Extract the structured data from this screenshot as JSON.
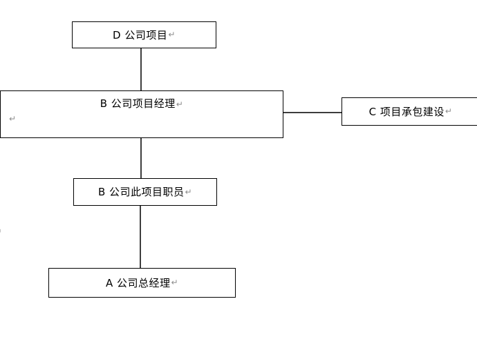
{
  "document": {
    "background_color": "#ffffff",
    "box_border_color": "#000000",
    "text_color": "#000000",
    "connector_color": "#3d3d3d",
    "formatting_mark_color": "#8c8c8c",
    "formatting_mark_char": "↵",
    "nodes": [
      {
        "id": "d-project",
        "label": "D 公司项目"
      },
      {
        "id": "b-project-manager",
        "label": "B 公司项目经理"
      },
      {
        "id": "c-contract-construction",
        "label": "C 项目承包建设"
      },
      {
        "id": "b-project-staff",
        "label": "B 公司此项目职员"
      },
      {
        "id": "a-general-manager",
        "label": "A 公司总经理"
      }
    ],
    "connections": [
      {
        "from": "d-project",
        "to": "b-project-manager",
        "orientation": "vertical"
      },
      {
        "from": "b-project-manager",
        "to": "c-contract-construction",
        "orientation": "horizontal"
      },
      {
        "from": "b-project-manager",
        "to": "b-project-staff",
        "orientation": "vertical"
      },
      {
        "from": "b-project-staff",
        "to": "a-general-manager",
        "orientation": "vertical"
      }
    ]
  }
}
